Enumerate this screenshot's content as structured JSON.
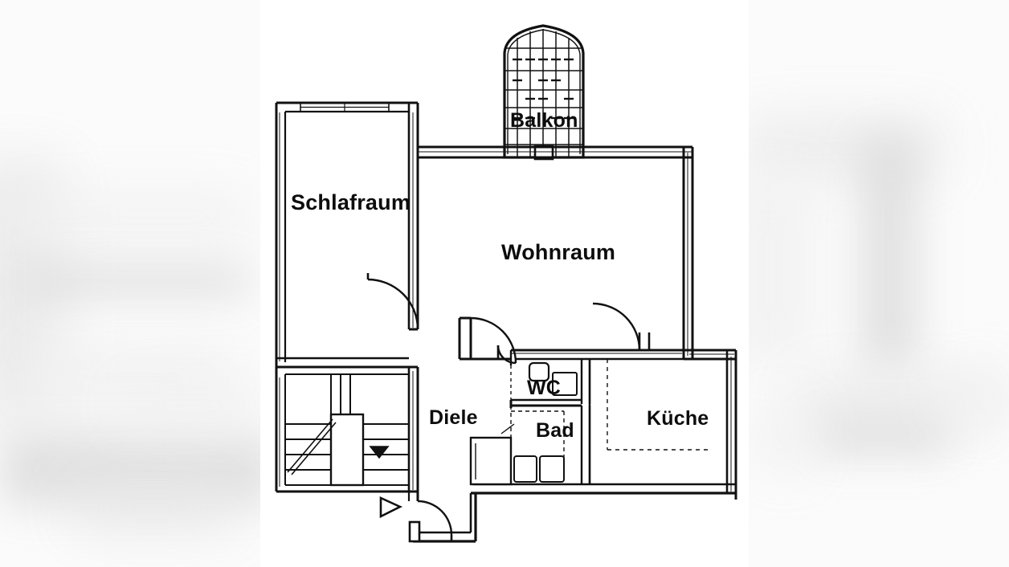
{
  "document": {
    "kind": "floor-plan",
    "language": "de"
  },
  "colors": {
    "ink": "#111111",
    "paper": "#ffffff",
    "backdrop": "#fbfbfb",
    "backdrop_smear": "#dcdcdc"
  },
  "rooms": [
    {
      "id": "schlafraum",
      "label": "Schlafraum"
    },
    {
      "id": "wohnraum",
      "label": "Wohnraum"
    },
    {
      "id": "balkon",
      "label": "Balkon"
    },
    {
      "id": "diele",
      "label": "Diele"
    },
    {
      "id": "wc",
      "label": "WC"
    },
    {
      "id": "bad",
      "label": "Bad"
    },
    {
      "id": "kueche",
      "label": "Küche"
    }
  ],
  "labels": {
    "schlafraum": "Schlafraum",
    "wohnraum": "Wohnraum",
    "balkon": "Balkon",
    "diele": "Diele",
    "wc": "WC",
    "bad": "Bad",
    "kueche": "Küche"
  },
  "symbols": {
    "stair_direction_arrow": "stair-direction-arrow",
    "entry_door_arrow": "entry-door-arrow",
    "balcony_railing": "balcony-railing-grid",
    "door_swing_arc": "door-swing-arc",
    "window_opening": "window-opening"
  },
  "features": {
    "doors": [
      {
        "id": "entry-door",
        "room": "diele"
      },
      {
        "id": "schlafraum-door",
        "room": "schlafraum"
      },
      {
        "id": "wohnraum-door",
        "room": "wohnraum"
      },
      {
        "id": "kueche-door",
        "room": "kueche"
      },
      {
        "id": "bad-door",
        "room": "bad"
      },
      {
        "id": "wc-door",
        "room": "wc"
      },
      {
        "id": "balcony-door",
        "room": "balkon"
      }
    ],
    "fixtures": [
      {
        "id": "wc-toilet",
        "room": "wc"
      },
      {
        "id": "wc-sink",
        "room": "wc"
      },
      {
        "id": "bad-tub",
        "room": "bad"
      },
      {
        "id": "bad-sink",
        "room": "bad"
      },
      {
        "id": "bad-toilet",
        "room": "bad"
      }
    ],
    "staircase": {
      "id": "staircase",
      "treads": 9,
      "has_direction_arrow": true
    }
  }
}
